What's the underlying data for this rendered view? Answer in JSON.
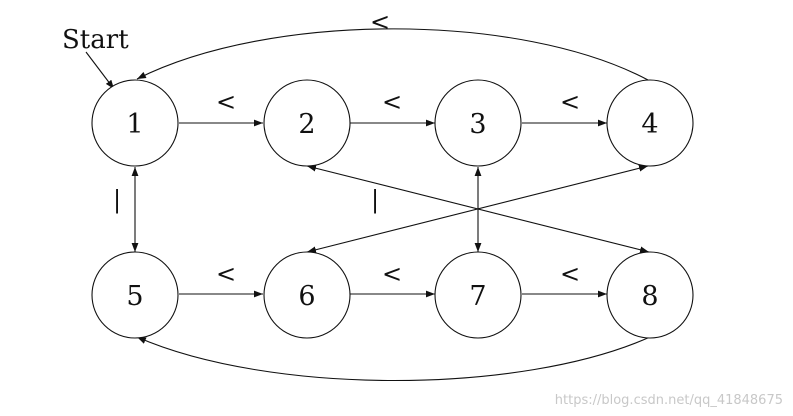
{
  "diagram": {
    "start_label": "Start",
    "watermark": "https://blog.csdn.net/qq_41848675",
    "nodes": [
      {
        "id": "1",
        "label": "1"
      },
      {
        "id": "2",
        "label": "2"
      },
      {
        "id": "3",
        "label": "3"
      },
      {
        "id": "4",
        "label": "4"
      },
      {
        "id": "5",
        "label": "5"
      },
      {
        "id": "6",
        "label": "6"
      },
      {
        "id": "7",
        "label": "7"
      },
      {
        "id": "8",
        "label": "8"
      }
    ],
    "edges": [
      {
        "id": "1-2",
        "from": "1",
        "to": "2",
        "label": "<",
        "directed": true
      },
      {
        "id": "2-3",
        "from": "2",
        "to": "3",
        "label": "<",
        "directed": true
      },
      {
        "id": "3-4",
        "from": "3",
        "to": "4",
        "label": "<",
        "directed": true
      },
      {
        "id": "4-1",
        "from": "4",
        "to": "1",
        "label": "<",
        "directed": true
      },
      {
        "id": "5-6",
        "from": "5",
        "to": "6",
        "label": "<",
        "directed": true
      },
      {
        "id": "6-7",
        "from": "6",
        "to": "7",
        "label": "<",
        "directed": true
      },
      {
        "id": "7-8",
        "from": "7",
        "to": "8",
        "label": "<",
        "directed": true
      },
      {
        "id": "8-5",
        "from": "8",
        "to": "5",
        "label": "",
        "directed": true
      },
      {
        "id": "1-5",
        "from": "1",
        "to": "5",
        "label": "|",
        "directed": true,
        "bidirectional": true
      },
      {
        "id": "3-7",
        "from": "3",
        "to": "7",
        "label": "",
        "directed": true,
        "bidirectional": true
      },
      {
        "id": "4-6",
        "from": "4",
        "to": "6",
        "label": "|",
        "directed": true,
        "bidirectional": true
      },
      {
        "id": "2-8",
        "from": "2",
        "to": "8",
        "label": "",
        "directed": true,
        "bidirectional": true
      }
    ]
  }
}
